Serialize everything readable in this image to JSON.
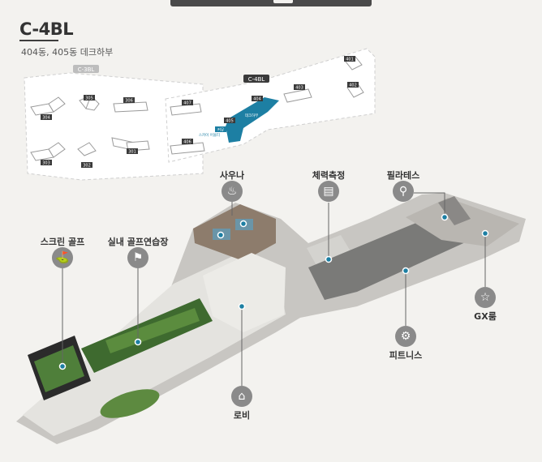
{
  "header": {
    "title": "C-4BL",
    "subtitle": "404동, 405동 데크하부"
  },
  "site_map": {
    "block_left": "C-3BL",
    "block_right": "C-4BL",
    "buildings_left": [
      "304",
      "305",
      "306",
      "303",
      "302",
      "301"
    ],
    "buildings_right": [
      "407",
      "404",
      "405",
      "406",
      "403",
      "402",
      "401"
    ],
    "deck_label": "데크하부",
    "community_label": "스카이 어울터",
    "highlight_tag": "커뮤"
  },
  "facilities": [
    {
      "id": "sauna",
      "label": "사우나",
      "icon": "sauna-icon"
    },
    {
      "id": "fitness-test",
      "label": "체력측정",
      "icon": "clipboard-icon"
    },
    {
      "id": "pilates",
      "label": "필라테스",
      "icon": "pilates-icon"
    },
    {
      "id": "screen-golf",
      "label": "스크린 골프",
      "icon": "golf-screen-icon"
    },
    {
      "id": "indoor-golf",
      "label": "실내 골프연습장",
      "icon": "golf-swing-icon"
    },
    {
      "id": "gx",
      "label": "GX룸",
      "icon": "dance-icon"
    },
    {
      "id": "fitness",
      "label": "피트니스",
      "icon": "treadmill-icon"
    },
    {
      "id": "lobby",
      "label": "로비",
      "icon": "reception-icon"
    }
  ],
  "colors": {
    "accent_teal": "#1d7fa3",
    "icon_gray": "#8a8a8a",
    "floor_gray": "#d9d8d4",
    "golf_green": "#3e6a2f"
  }
}
